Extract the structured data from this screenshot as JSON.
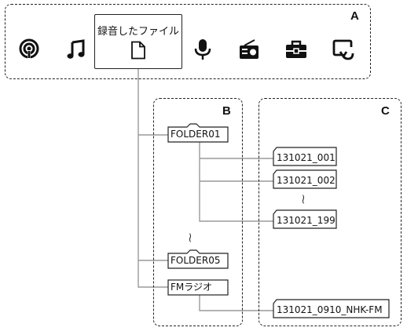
{
  "regions": {
    "a": "A",
    "b": "B",
    "c": "C"
  },
  "menu": {
    "selected_label": "録音したファイル",
    "icons": [
      "podcast-icon",
      "music-note-icon",
      "document-icon",
      "microphone-icon",
      "radio-icon",
      "toolbox-icon",
      "return-icon"
    ]
  },
  "folders": [
    "FOLDER01",
    "FOLDER05",
    "FMラジオ"
  ],
  "files": [
    "131021_001",
    "131021_002",
    "131021_199",
    "131021_0910_NHK-FM"
  ],
  "ellipsis": "⁓"
}
